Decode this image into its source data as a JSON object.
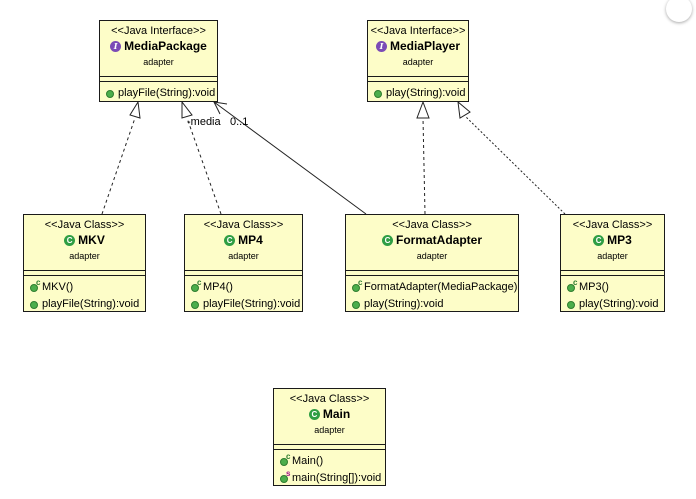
{
  "classes": {
    "media_package": {
      "stereotype": "<<Java Interface>>",
      "name": "MediaPackage",
      "package": "adapter",
      "operations": [
        "playFile(String):void"
      ]
    },
    "media_player": {
      "stereotype": "<<Java Interface>>",
      "name": "MediaPlayer",
      "package": "adapter",
      "operations": [
        "play(String):void"
      ]
    },
    "mkv": {
      "stereotype": "<<Java Class>>",
      "name": "MKV",
      "package": "adapter",
      "operations": [
        "MKV()",
        "playFile(String):void"
      ]
    },
    "mp4": {
      "stereotype": "<<Java Class>>",
      "name": "MP4",
      "package": "adapter",
      "operations": [
        "MP4()",
        "playFile(String):void"
      ]
    },
    "format_adapter": {
      "stereotype": "<<Java Class>>",
      "name": "FormatAdapter",
      "package": "adapter",
      "operations": [
        "FormatAdapter(MediaPackage)",
        "play(String):void"
      ]
    },
    "mp3": {
      "stereotype": "<<Java Class>>",
      "name": "MP3",
      "package": "adapter",
      "operations": [
        "MP3()",
        "play(String):void"
      ]
    },
    "main": {
      "stereotype": "<<Java Class>>",
      "name": "Main",
      "package": "adapter",
      "operations": [
        "Main()",
        "main(String[]):void"
      ]
    }
  },
  "association": {
    "role": "-media",
    "multiplicity": "0..1"
  },
  "relations": [
    {
      "from": "MKV",
      "to": "MediaPackage",
      "kind": "realization"
    },
    {
      "from": "MP4",
      "to": "MediaPackage",
      "kind": "realization"
    },
    {
      "from": "FormatAdapter",
      "to": "MediaPlayer",
      "kind": "realization"
    },
    {
      "from": "MP3",
      "to": "MediaPlayer",
      "kind": "realization"
    },
    {
      "from": "FormatAdapter",
      "to": "MediaPackage",
      "kind": "association"
    }
  ],
  "colors": {
    "class_fill": "#fdfdc8",
    "interface_badge": "#7b4bb6",
    "class_badge": "#2f9e44",
    "method_dot": "#4cae4c",
    "static_marker": "#a0148c"
  }
}
